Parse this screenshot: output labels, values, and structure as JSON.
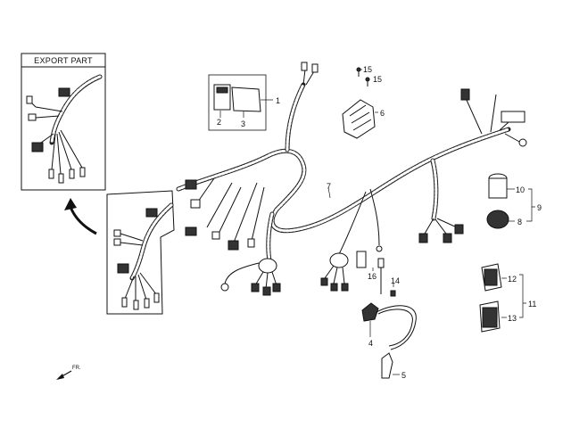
{
  "inset": {
    "title": "EXPORT PART"
  },
  "callouts": {
    "c1": "1",
    "c2": "2",
    "c3": "3",
    "c4": "4",
    "c5": "5",
    "c6": "6",
    "c7": "7",
    "c8": "8",
    "c9": "9",
    "c10": "10",
    "c11": "11",
    "c12": "12",
    "c13": "13",
    "c14": "14",
    "c15a": "15",
    "c15b": "15",
    "c16": "16"
  },
  "direction": {
    "label": "FR."
  }
}
